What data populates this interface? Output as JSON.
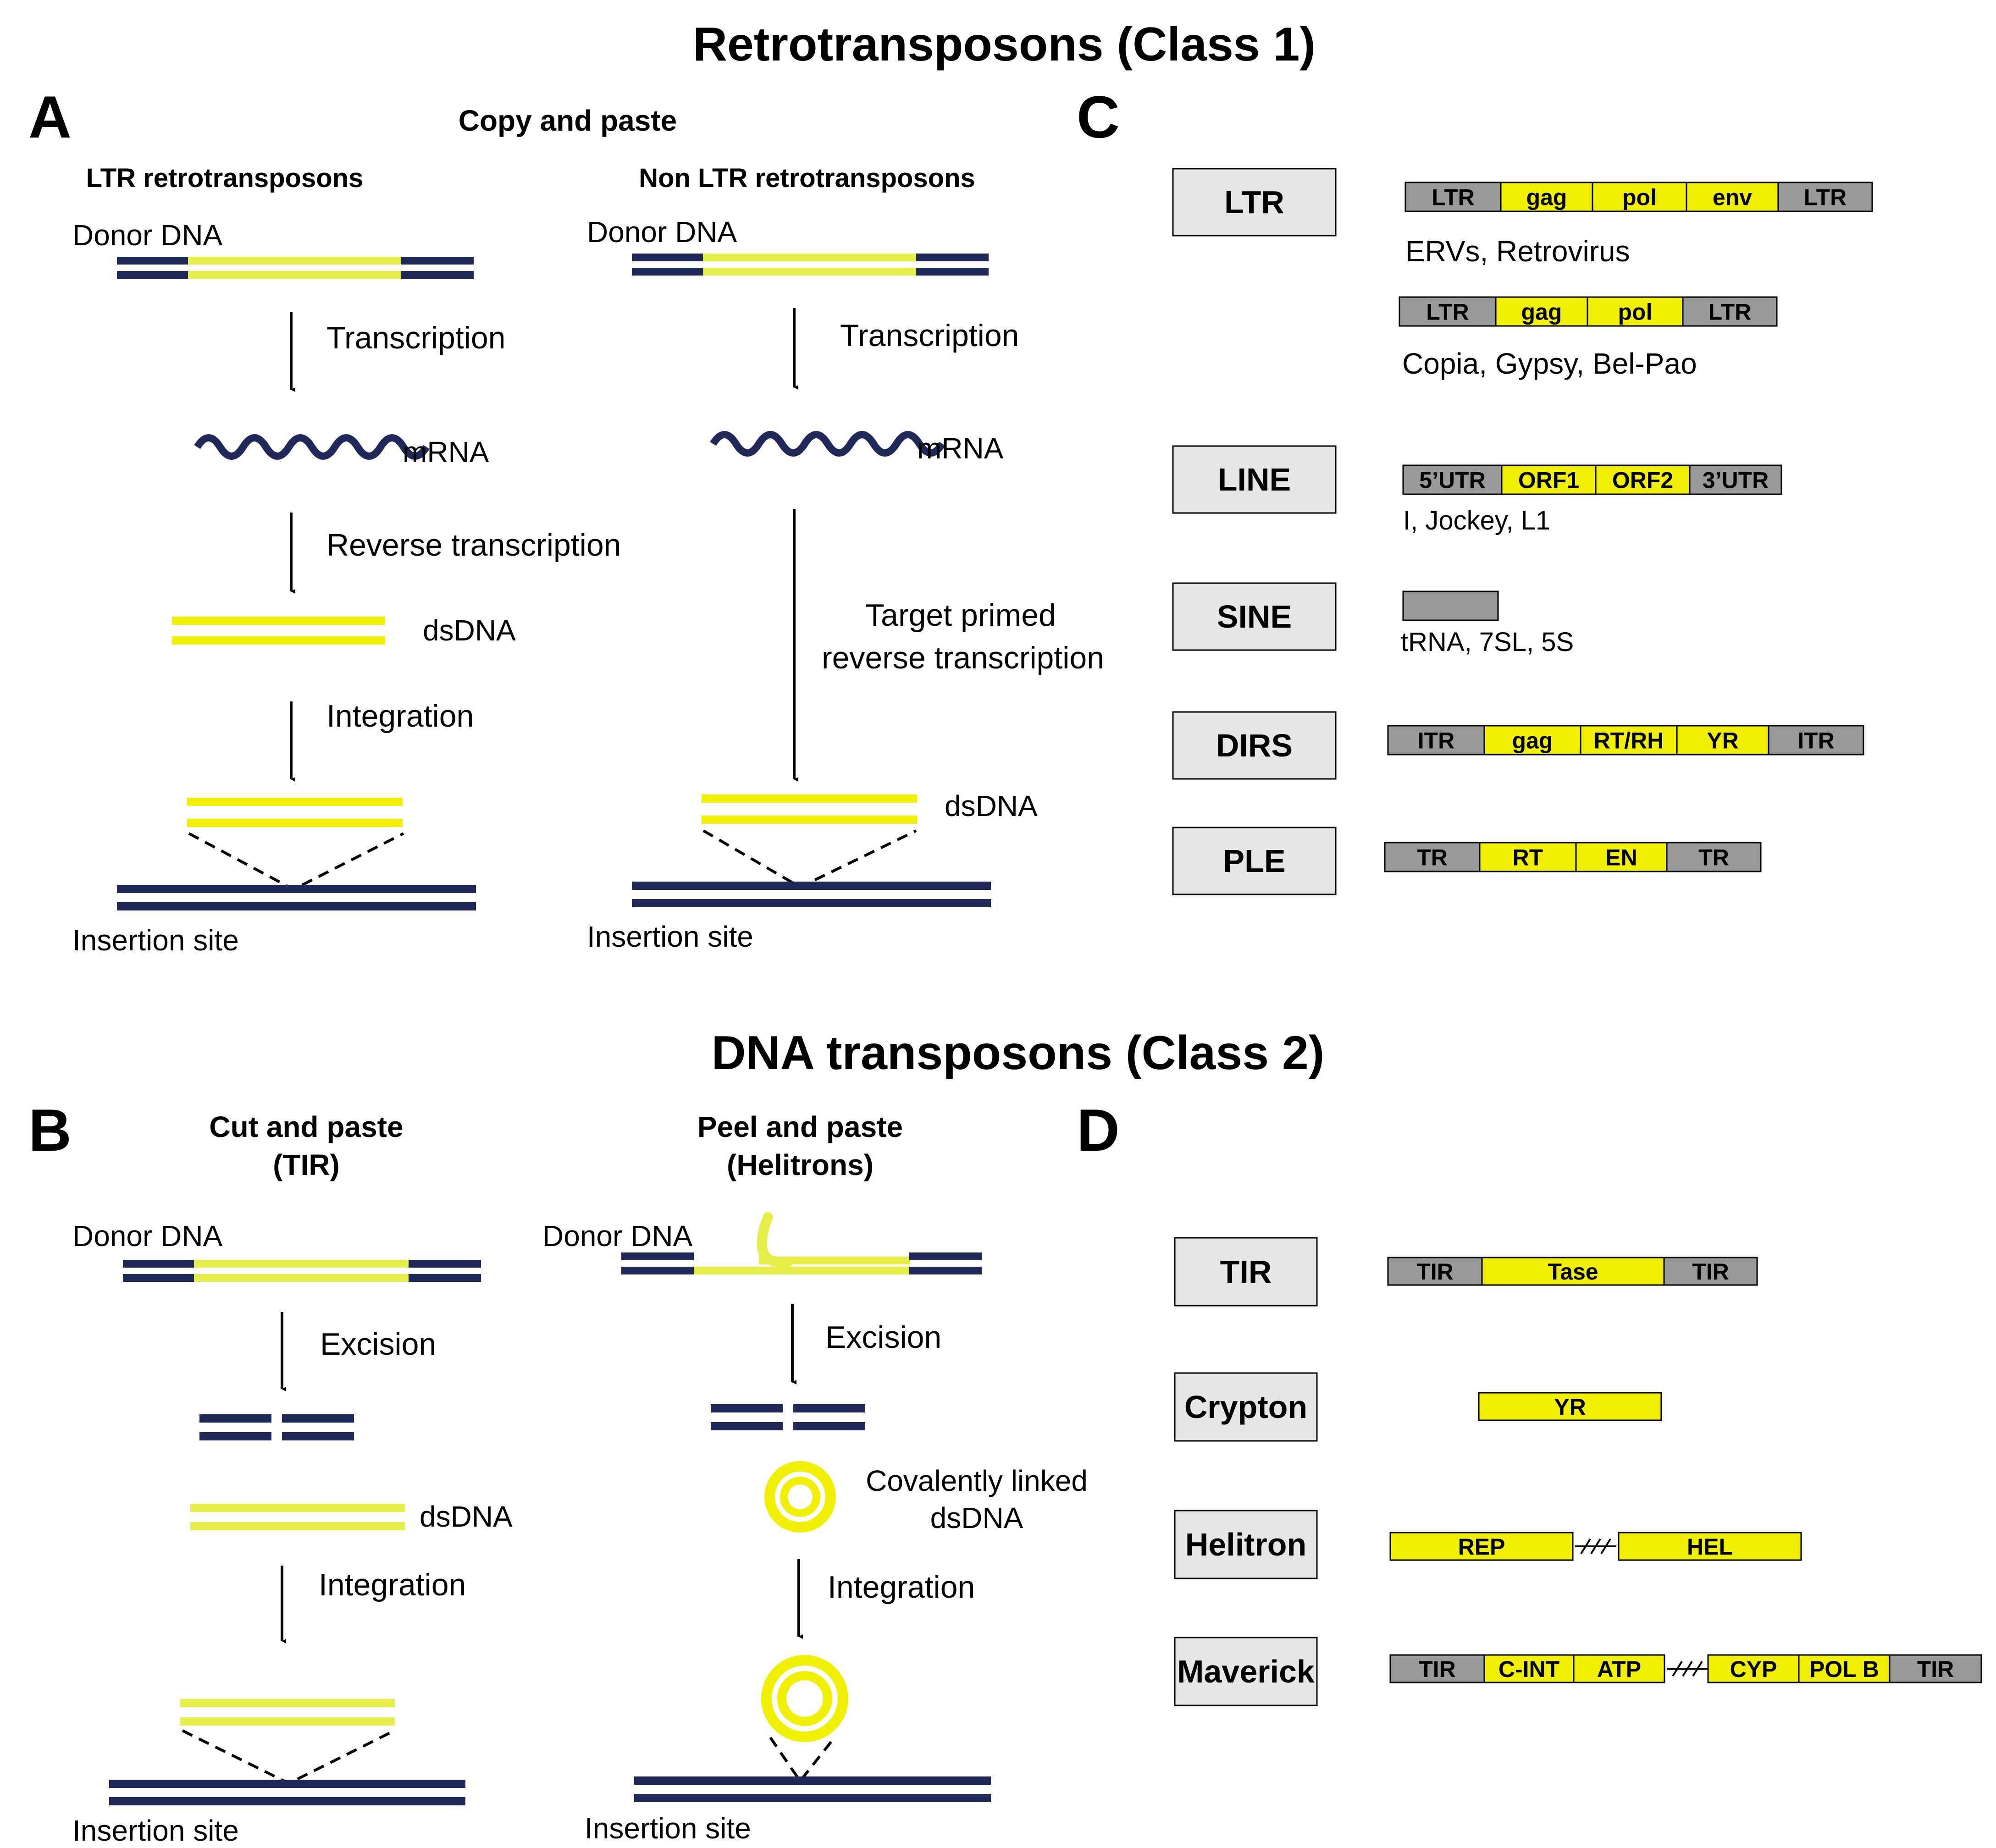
{
  "colors": {
    "navy": "#1f2a5a",
    "yellow": "#f0f000",
    "pale_yellow": "#e6ee4a",
    "gray": "#999999",
    "box_fill": "#e6e6e6",
    "black": "#000000"
  },
  "titles": {
    "class1": "Retrotransposons (Class 1)",
    "class2": "DNA transposons (Class 2)"
  },
  "panel_letters": {
    "a": "A",
    "b": "B",
    "c": "C",
    "d": "D"
  },
  "panel_a": {
    "mechanism": "Copy and paste",
    "ltr": {
      "heading": "LTR retrotransposons",
      "donor": "Donor DNA",
      "step1": "Transcription",
      "mrna": "mRNA",
      "step2": "Reverse transcription",
      "dsdna": "dsDNA",
      "step3": "Integration",
      "insertion": "Insertion site"
    },
    "nonltr": {
      "heading": "Non LTR retrotransposons",
      "donor": "Donor DNA",
      "step1": "Transcription",
      "mrna": "mRNA",
      "step2_line1": "Target primed",
      "step2_line2": "reverse transcription",
      "dsdna": "dsDNA",
      "insertion": "Insertion site"
    }
  },
  "panel_b": {
    "tir": {
      "heading_line1": "Cut and paste",
      "heading_line2": "(TIR)",
      "donor": "Donor DNA",
      "step1": "Excision",
      "dsdna": "dsDNA",
      "step2": "Integration",
      "insertion": "Insertion site"
    },
    "helitron": {
      "heading_line1": "Peel and paste",
      "heading_line2": "(Helitrons)",
      "donor": "Donor DNA",
      "step1": "Excision",
      "circle_line1": "Covalently linked",
      "circle_line2": "dsDNA",
      "step2": "Integration",
      "insertion": "Insertion site"
    }
  },
  "panel_c": {
    "orders": [
      {
        "label": "LTR",
        "structures": [
          {
            "segments": [
              [
                "LTR",
                "gray"
              ],
              [
                "gag",
                "yellow"
              ],
              [
                "pol",
                "yellow"
              ],
              [
                "env",
                "yellow"
              ],
              [
                "LTR",
                "gray"
              ]
            ],
            "examples": "ERVs, Retrovirus"
          },
          {
            "segments": [
              [
                "LTR",
                "gray"
              ],
              [
                "gag",
                "yellow"
              ],
              [
                "pol",
                "yellow"
              ],
              [
                "LTR",
                "gray"
              ]
            ],
            "examples": "Copia, Gypsy, Bel-Pao"
          }
        ]
      },
      {
        "label": "LINE",
        "structures": [
          {
            "segments": [
              [
                "5’UTR",
                "gray"
              ],
              [
                "ORF1",
                "yellow"
              ],
              [
                "ORF2",
                "yellow"
              ],
              [
                "3’UTR",
                "gray"
              ]
            ],
            "examples": "I, Jockey, L1"
          }
        ]
      },
      {
        "label": "SINE",
        "structures": [
          {
            "segments": [
              [
                "",
                "gray"
              ]
            ],
            "examples": "tRNA, 7SL, 5S"
          }
        ]
      },
      {
        "label": "DIRS",
        "structures": [
          {
            "segments": [
              [
                "ITR",
                "gray"
              ],
              [
                "gag",
                "yellow"
              ],
              [
                "RT/RH",
                "yellow"
              ],
              [
                "YR",
                "yellow"
              ],
              [
                "ITR",
                "gray"
              ]
            ],
            "examples": ""
          }
        ]
      },
      {
        "label": "PLE",
        "structures": [
          {
            "segments": [
              [
                "TR",
                "gray"
              ],
              [
                "RT",
                "yellow"
              ],
              [
                "EN",
                "yellow"
              ],
              [
                "TR",
                "gray"
              ]
            ],
            "examples": ""
          }
        ]
      }
    ]
  },
  "panel_d": {
    "orders": [
      {
        "label": "TIR",
        "segments": [
          [
            "TIR",
            "gray"
          ],
          [
            "Tase",
            "yellow"
          ],
          [
            "TIR",
            "gray"
          ]
        ]
      },
      {
        "label": "Crypton",
        "segments": [
          [
            "YR",
            "yellow"
          ]
        ]
      },
      {
        "label": "Helitron",
        "segments": [
          [
            "REP",
            "yellow"
          ],
          [
            "HEL",
            "yellow"
          ]
        ]
      },
      {
        "label": "Maverick",
        "segments": [
          [
            "TIR",
            "gray"
          ],
          [
            "C-INT",
            "yellow"
          ],
          [
            "ATP",
            "yellow"
          ],
          [
            "CYP",
            "yellow"
          ],
          [
            "POL B",
            "yellow"
          ],
          [
            "TIR",
            "gray"
          ]
        ]
      }
    ]
  }
}
